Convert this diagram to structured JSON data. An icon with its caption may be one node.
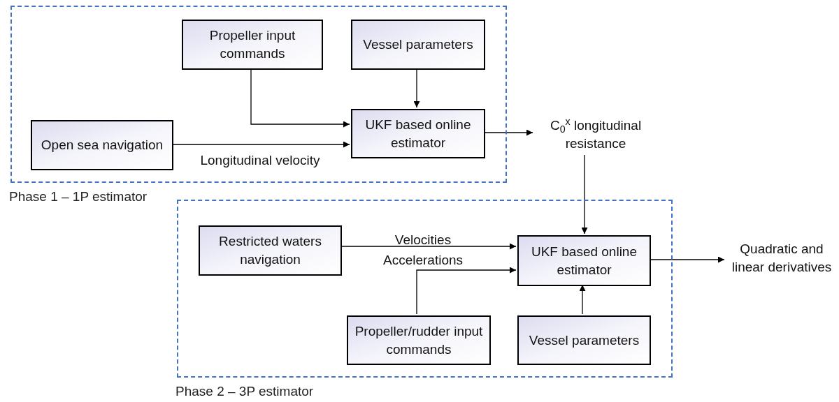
{
  "diagram": {
    "nodes": [
      {
        "text": [
          "Phase 1 – 1P estimator"
        ]
      },
      {
        "text": [
          "Propeller input commands"
        ],
        "in": 0
      },
      {
        "text": [
          "Vessel parameters"
        ],
        "in": 0
      },
      {
        "text": [
          "Open sea navigation"
        ],
        "in": 0
      },
      {
        "text": [
          "UKF based online estimator"
        ],
        "in": 0
      },
      {
        "text": [
          "C$_{0}$$^{x}$ longitudinal resistance"
        ]
      },
      {
        "text": [
          "Phase 2 – 3P estimator"
        ]
      },
      {
        "text": [
          "Restricted waters navigation"
        ],
        "in": 6
      },
      {
        "text": [
          "UKF based online estimator"
        ],
        "in": 6
      },
      {
        "text": [
          "Propeller/rudder input commands"
        ],
        "in": 6
      },
      {
        "text": [
          "Vessel parameters"
        ],
        "in": 6
      },
      {
        "text": [
          "Quadratic and linear derivatives"
        ]
      }
    ],
    "edges": [
      {
        "from": 1,
        "to": 4,
        "arrow": "to"
      },
      {
        "from": 2,
        "to": 4,
        "arrow": "to"
      },
      {
        "from": 3,
        "to": 4,
        "arrow": "to",
        "label": "Longitudinal velocity"
      },
      {
        "from": 4,
        "to": 5,
        "arrow": "to"
      },
      {
        "from": 5,
        "to": 8,
        "arrow": "to"
      },
      {
        "from": 7,
        "to": 8,
        "arrow": "to",
        "label": "Velocities"
      },
      {
        "from": 9,
        "to": 8,
        "arrow": "to"
      },
      {
        "from": 10,
        "to": 8,
        "arrow": "to"
      },
      {
        "from": 8,
        "to": 11,
        "arrow": "to"
      }
    ],
    "labels": [
      "Accelerations"
    ]
  }
}
